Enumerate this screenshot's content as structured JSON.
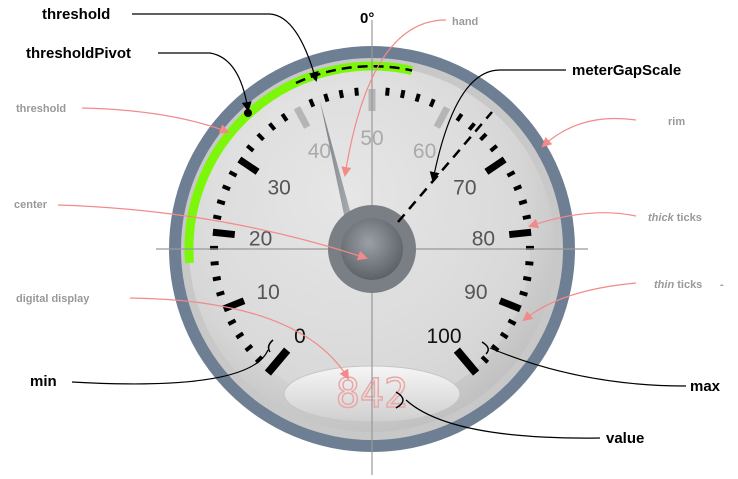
{
  "diagram": {
    "zero_label": "0°",
    "scale_labels": [
      "0",
      "10",
      "20",
      "30",
      "40",
      "50",
      "60",
      "70",
      "80",
      "90",
      "100"
    ],
    "digital_value": "842",
    "callouts": {
      "threshold_top": "threshold",
      "threshold_pivot": "thresholdPivot",
      "threshold_side": "threshold",
      "center": "center",
      "digital_display": "digital display",
      "min": "min",
      "hand": "hand",
      "meter_gap_scale": "meterGapScale",
      "rim": "rim",
      "thick_ticks_em": "thick",
      "thick_ticks_rest": " ticks",
      "thin_ticks_em": "thin",
      "thin_ticks_rest": " ticks",
      "thin_ticks_dash": "-",
      "max": "max",
      "value": "value"
    },
    "colors": {
      "rim": "#6e7f93",
      "face": "#d4d4d4",
      "threshold_arc": "#7cf70a",
      "callout_red": "#f28a8a",
      "callout_black": "#000000",
      "grey_text": "#999999"
    }
  }
}
